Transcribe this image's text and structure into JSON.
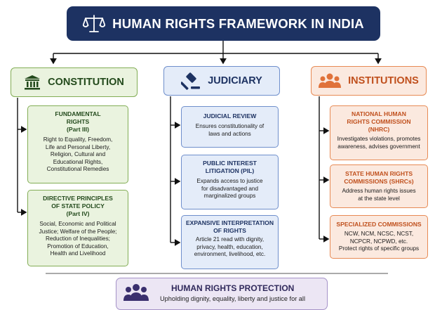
{
  "title": "HUMAN RIGHTS FRAMEWORK IN INDIA",
  "columns": [
    {
      "header": "CONSTITUTION",
      "boxes": [
        {
          "title": [
            "FUNDAMENTAL",
            "RIGHTS",
            "(Part III)"
          ],
          "desc": [
            "Right to Equality, Freedom,",
            "Life and Personal Liberty,",
            "Religion, Cultural and",
            "Educational Rights,",
            "Constitutional Remedies"
          ]
        },
        {
          "title": [
            "DIRECTIVE PRINCIPLES",
            "OF STATE POLICY",
            "(Part IV)"
          ],
          "desc": [
            "Social, Economic and Political",
            "Justice; Welfare of the People;",
            "Reduction of Inequalities;",
            "Promotion of Education,",
            "Health and Livelihood"
          ]
        }
      ]
    },
    {
      "header": "JUDICIARY",
      "boxes": [
        {
          "title": [
            "JUDICIAL REVIEW"
          ],
          "desc": [
            "Ensures constitutionality of",
            "laws and actions"
          ]
        },
        {
          "title": [
            "PUBLIC INTEREST",
            "LITIGATION (PIL)"
          ],
          "desc": [
            "Expands access to justice",
            "for disadvantaged and",
            "marginalized groups"
          ]
        },
        {
          "title": [
            "EXPANSIVE INTERPRETATION",
            "OF RIGHTS"
          ],
          "desc": [
            "Article 21 read with dignity,",
            "privacy, health, education,",
            "environment, livelihood, etc."
          ]
        }
      ]
    },
    {
      "header": "INSTITUTIONS",
      "boxes": [
        {
          "title": [
            "NATIONAL HUMAN",
            "RIGHTS COMMISSION",
            "(NHRC)"
          ],
          "desc": [
            "Investigates violations, promotes",
            "awareness, advises government"
          ]
        },
        {
          "title": [
            "STATE HUMAN RIGHTS",
            "COMMISSIONS (SHRCs)"
          ],
          "desc": [
            "Address human rights issues",
            "at the state level"
          ]
        },
        {
          "title": [
            "SPECIALIZED COMMISSIONS"
          ],
          "desc": [
            "NCW, NCM, NCSC, NCST,",
            "NCPCR, NCPWD, etc.",
            "Protect rights of specific groups"
          ]
        }
      ]
    }
  ],
  "bottom": {
    "title": "HUMAN RIGHTS PROTECTION",
    "subtitle": "Upholding dignity, equality, liberty and justice for all"
  },
  "icons": [
    "scales-icon",
    "building-icon",
    "gavel-icon",
    "people-icon",
    "people-icon"
  ],
  "colors": {
    "navy": "#1d3262",
    "green": "#82ad55",
    "blue": "#6f8fcc",
    "orange": "#e78a54",
    "purple": "#a592c8"
  }
}
